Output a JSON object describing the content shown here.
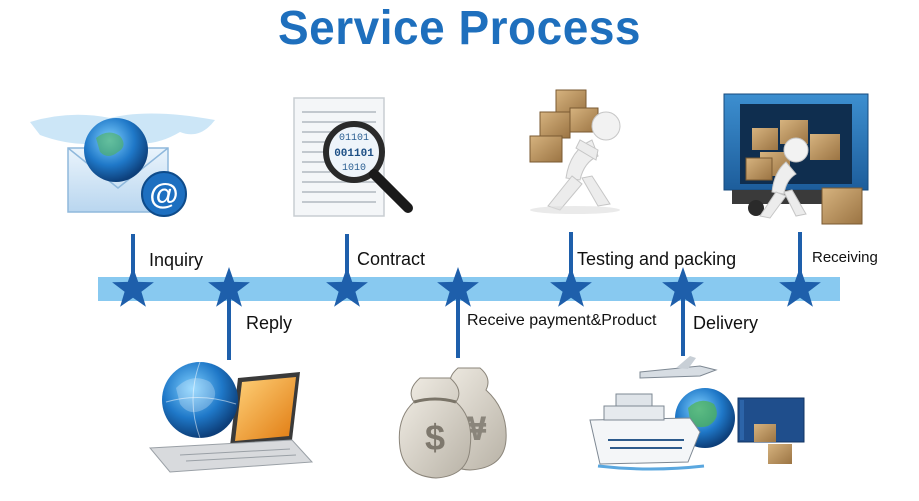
{
  "title": "Service Process",
  "steps": [
    {
      "label": "Inquiry",
      "icon": "email-at-icon"
    },
    {
      "label": "Reply",
      "icon": "laptop-globe-icon"
    },
    {
      "label": "Contract",
      "icon": "document-magnifier-icon"
    },
    {
      "label": "Receive payment&Product",
      "icon": "money-bags-icon"
    },
    {
      "label": "Testing and packing",
      "icon": "person-carrying-boxes-icon"
    },
    {
      "label": "Delivery",
      "icon": "ship-plane-globe-icon"
    },
    {
      "label": "Receiving",
      "icon": "truck-unloading-icon"
    }
  ],
  "colors": {
    "title": "#1e6fbd",
    "timeline": "#88c9f0",
    "star": "#1e5fab",
    "connector": "#1e5fab"
  }
}
